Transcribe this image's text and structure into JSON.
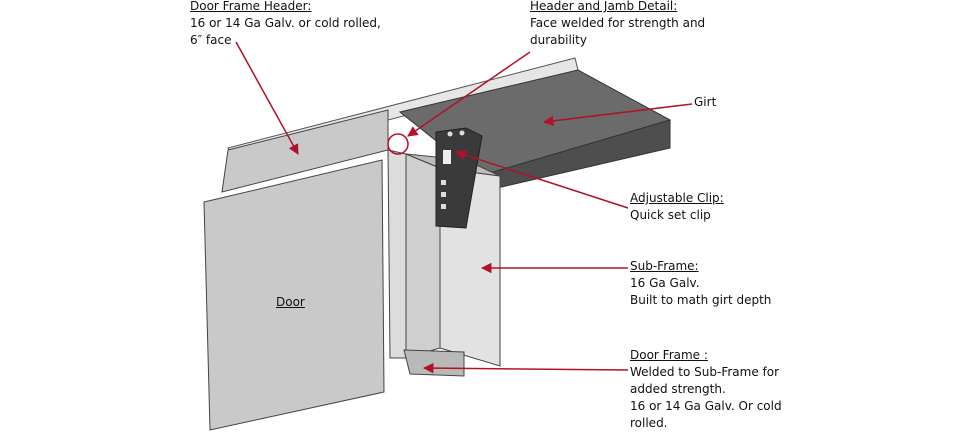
{
  "labels": {
    "door_frame_header": {
      "title": "Door Frame Header:",
      "lines": [
        "16 or 14 Ga Galv. or cold rolled,",
        "6″ face"
      ]
    },
    "header_jamb": {
      "title": "Header and Jamb Detail:",
      "lines": [
        "Face welded for strength and",
        "durability"
      ]
    },
    "girt": {
      "title": "Girt"
    },
    "adjustable_clip": {
      "title": "Adjustable Clip:",
      "lines": [
        "Quick set clip"
      ]
    },
    "sub_frame": {
      "title": "Sub-Frame:",
      "lines": [
        "16 Ga Galv.",
        "Built to math girt depth"
      ]
    },
    "door_frame": {
      "title": "Door Frame :",
      "lines": [
        "Welded to Sub-Frame for",
        "added strength.",
        "16 or 14 Ga Galv. Or cold",
        "rolled."
      ]
    },
    "door": {
      "title": "Door"
    }
  },
  "colors": {
    "arrow": "#b0122a",
    "girt_top": "#6b6b6b",
    "girt_front": "#4e4e4e",
    "panel": "#c9c9c9",
    "panel_light": "#dcdcdc",
    "outline": "#333333",
    "clip": "#3a3a3a"
  }
}
